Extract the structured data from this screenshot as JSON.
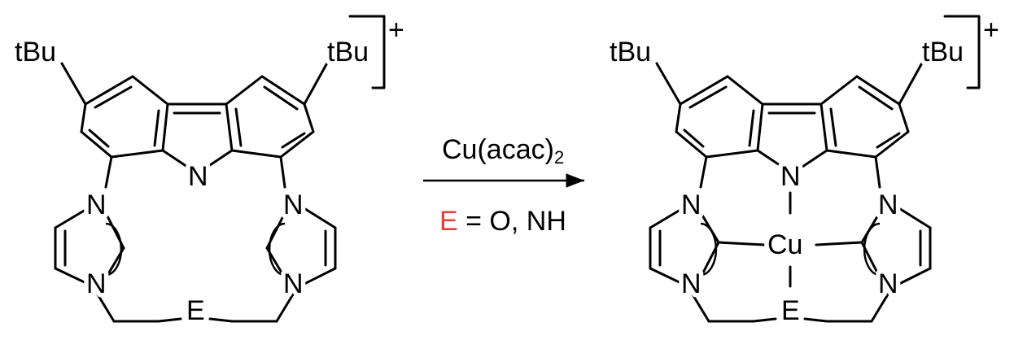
{
  "colors": {
    "bond": "#000000",
    "heteroatom_E": "#e8403c",
    "copper": "#2e52d6"
  },
  "reactant": {
    "tbu_left": "tBu",
    "tbu_right": "tBu",
    "charge": "+",
    "carbazole_n": "N",
    "imid_left_n_top": "N",
    "imid_left_n_bottom": "N",
    "imid_right_n_top": "N",
    "imid_right_n_bottom": "N",
    "bridge_atom": "E"
  },
  "arrow": {
    "reagent": "Cu(acac)",
    "reagent_subscript": "2",
    "condition_atom": "E",
    "condition_rest": " = O, NH"
  },
  "product": {
    "tbu_left": "tBu",
    "tbu_right": "tBu",
    "charge": "+",
    "carbazole_n": "N",
    "imid_left_n_top": "N",
    "imid_left_n_bottom": "N",
    "imid_right_n_top": "N",
    "imid_right_n_bottom": "N",
    "bridge_atom": "E",
    "metal": "Cu"
  }
}
